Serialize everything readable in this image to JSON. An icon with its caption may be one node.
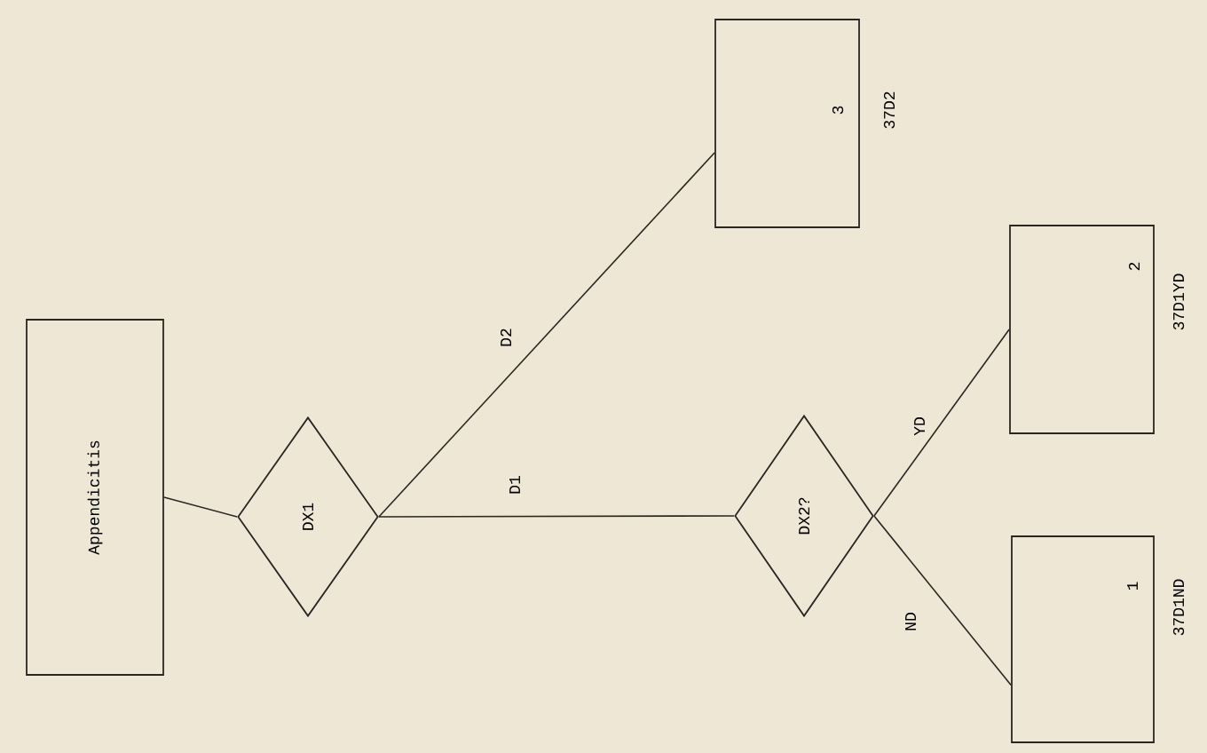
{
  "diagram": {
    "nodes": [
      {
        "text": [
          "Appendicitis"
        ]
      },
      {
        "text": [
          "DX1"
        ]
      },
      {
        "text": [
          "DX2?"
        ]
      },
      {
        "text": [
          "3"
        ],
        "beside": [
          "37D2"
        ]
      },
      {
        "text": [
          "2"
        ],
        "beside": [
          "37D1YD"
        ]
      },
      {
        "text": [
          "1"
        ],
        "beside": [
          "37D1ND"
        ]
      }
    ],
    "edges": [
      {
        "from": 0,
        "to": 1,
        "arrow": "none"
      },
      {
        "from": 1,
        "to": 3,
        "arrow": "none",
        "label": "D2"
      },
      {
        "from": 1,
        "to": 2,
        "arrow": "none",
        "label": "D1"
      },
      {
        "from": 2,
        "to": 4,
        "arrow": "none",
        "label": "YD"
      },
      {
        "from": 2,
        "to": 5,
        "arrow": "none",
        "label": "ND"
      }
    ]
  }
}
